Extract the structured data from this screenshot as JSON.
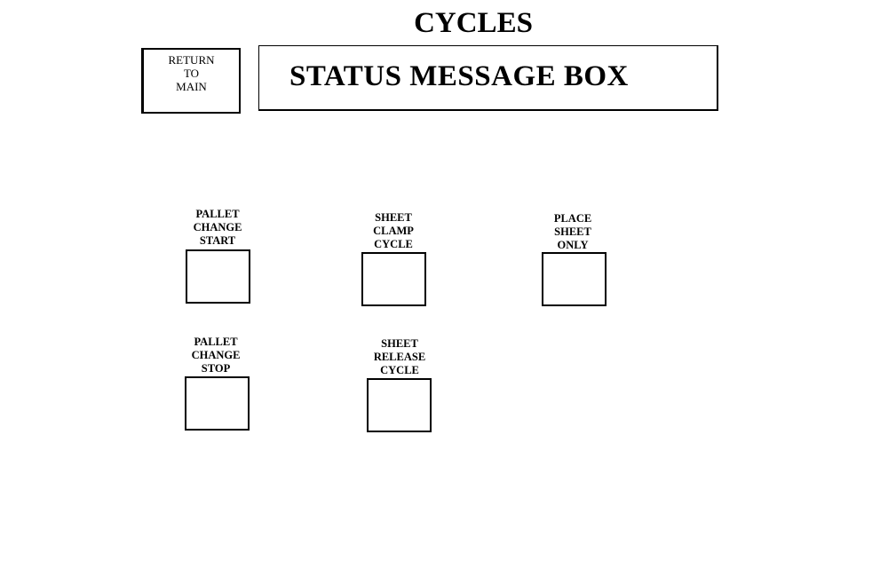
{
  "header": {
    "title": "CYCLES"
  },
  "navigation": {
    "return_label": "RETURN\nTO\nMAIN"
  },
  "status": {
    "message": "STATUS MESSAGE BOX"
  },
  "cycles": {
    "pallet_change_start": "PALLET\nCHANGE\nSTART",
    "sheet_clamp_cycle": "SHEET\nCLAMP\nCYCLE",
    "place_sheet_only": "PLACE\nSHEET\nONLY",
    "pallet_change_stop": "PALLET\nCHANGE\nSTOP",
    "sheet_release_cycle": "SHEET\nRELEASE\nCYCLE"
  }
}
